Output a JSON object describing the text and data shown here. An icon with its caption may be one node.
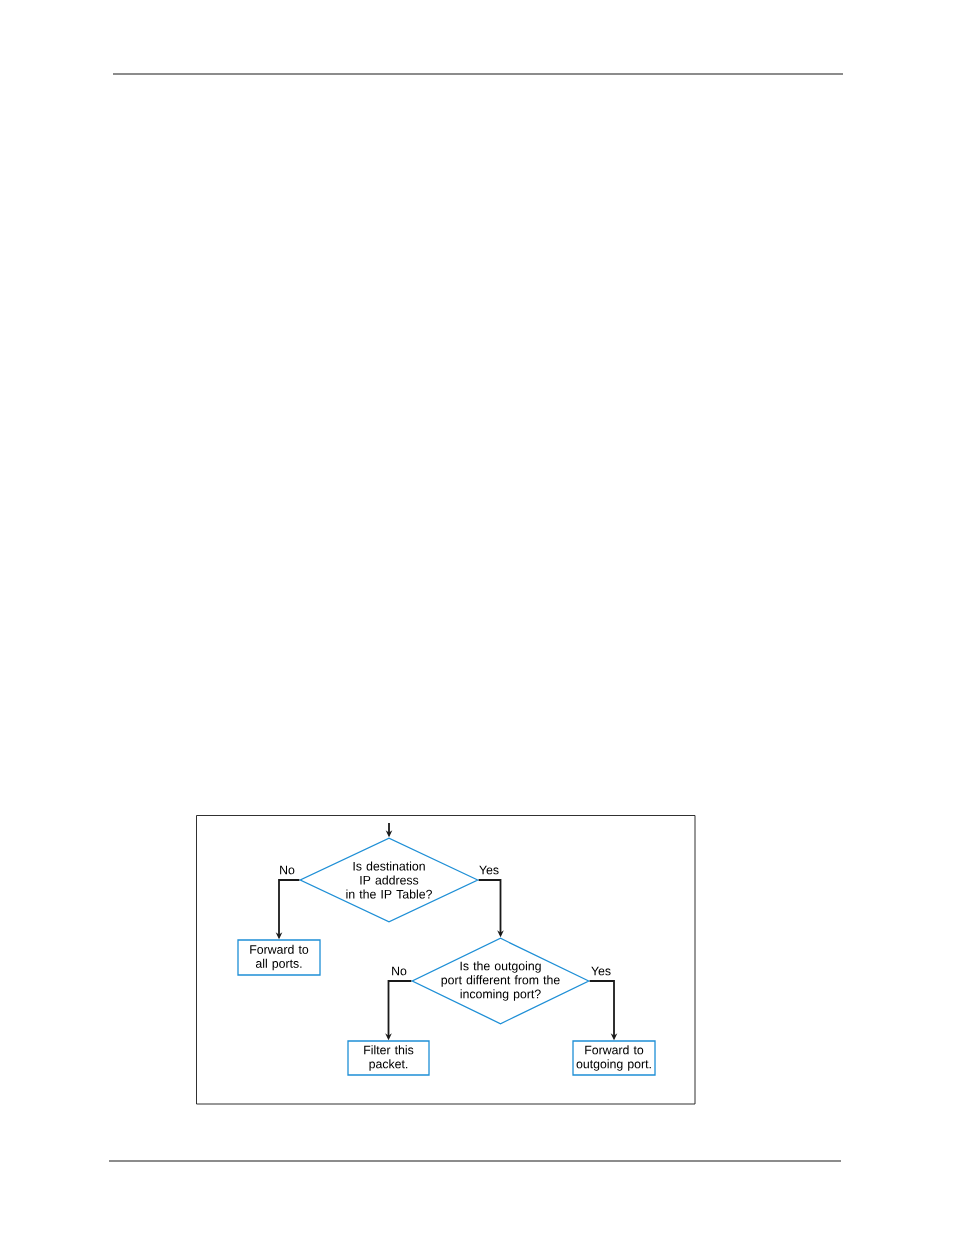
{
  "diagram": {
    "nodes": [
      {
        "text": [
          "Is destination IP address in the IP Table?"
        ]
      },
      {
        "text": [
          "Forward to all ports."
        ]
      },
      {
        "text": [
          "Is the outgoing port different from the incoming port?"
        ]
      },
      {
        "text": [
          "Filter this packet."
        ]
      },
      {
        "text": [
          "Forward to outgoing port."
        ]
      }
    ],
    "edges": [
      {
        "from": null,
        "to": 0,
        "arrow": "to"
      },
      {
        "from": 0,
        "to": 1,
        "arrow": "to",
        "label": "No"
      },
      {
        "from": 0,
        "to": 2,
        "arrow": "to",
        "label": "Yes"
      },
      {
        "from": 2,
        "to": 3,
        "arrow": "to",
        "label": "No"
      },
      {
        "from": 2,
        "to": 4,
        "arrow": "to",
        "label": "Yes"
      }
    ]
  }
}
